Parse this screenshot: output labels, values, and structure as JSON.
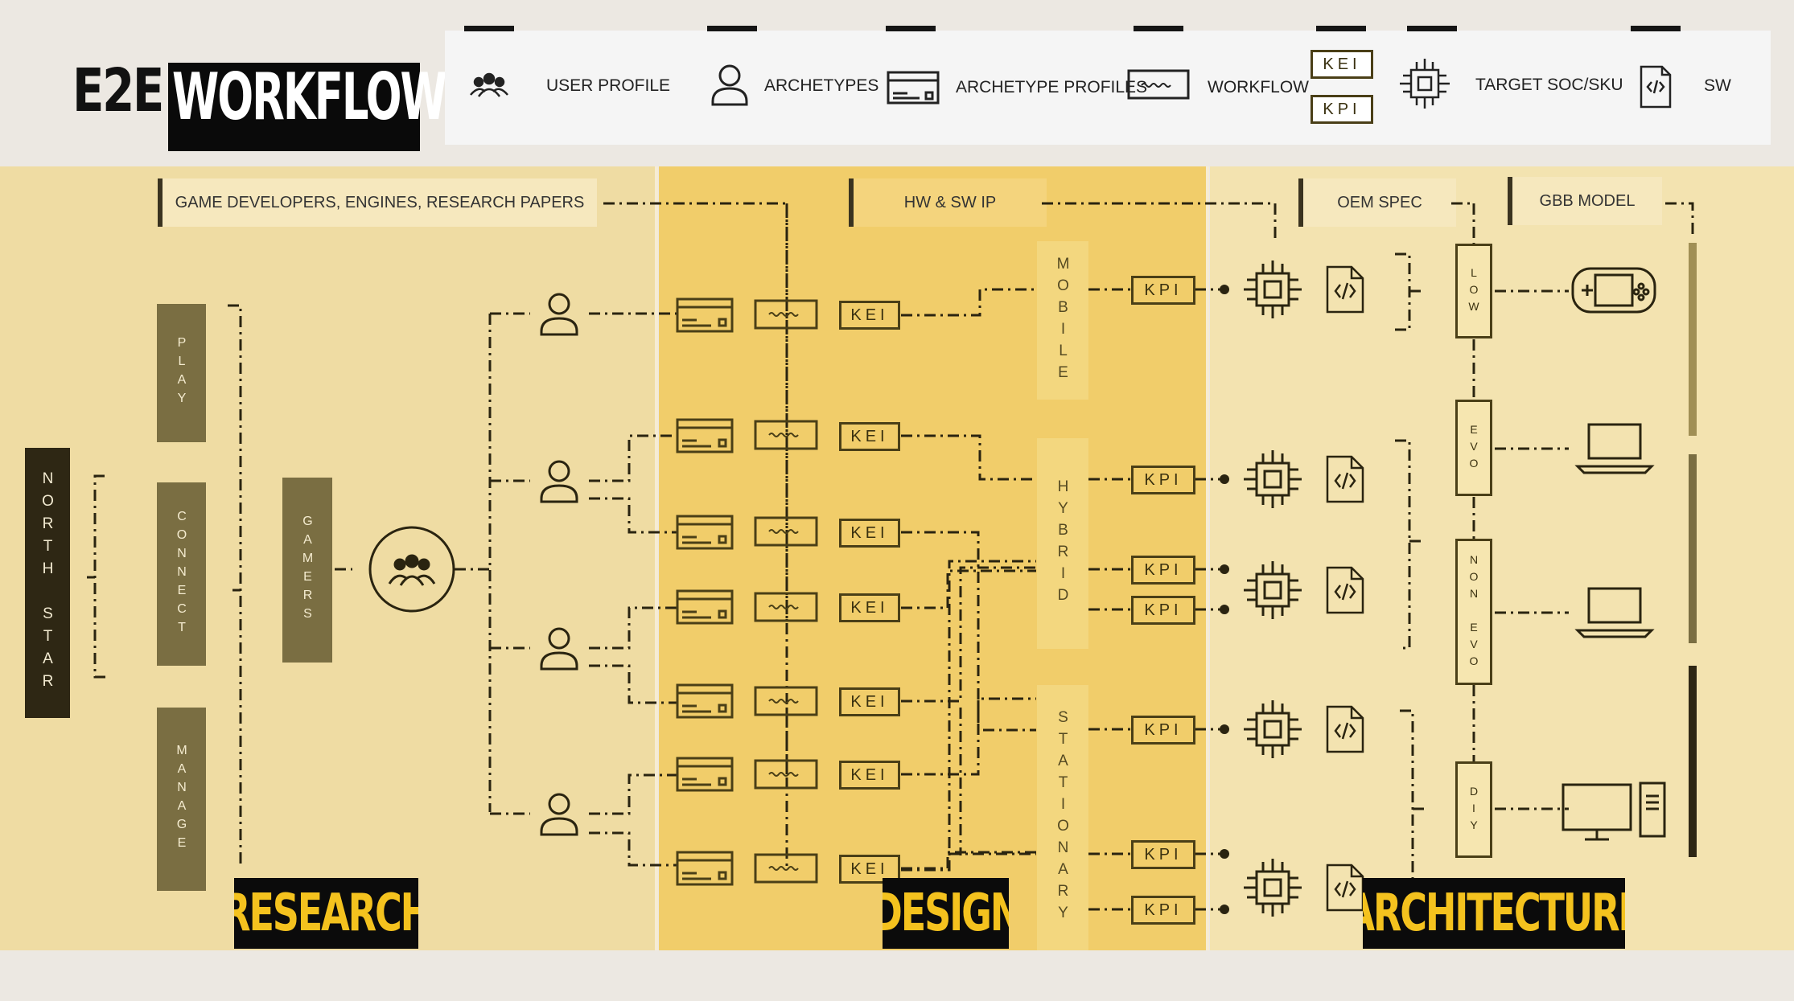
{
  "title": {
    "prefix": "E2E",
    "main": "WORKFLOW"
  },
  "legend": {
    "user_profile": "USER PROFILE",
    "archetypes": "ARCHETYPES",
    "archetype_profiles": "ARCHETYPE PROFILES",
    "workflow": "WORKFLOW",
    "kei": "KEI",
    "kpi": "KPI",
    "target": "TARGET SOC/SKU",
    "sw": "SW"
  },
  "sources": {
    "research": "GAME DEVELOPERS, ENGINES, RESEARCH PAPERS",
    "design": "HW & SW IP",
    "oem": "OEM SPEC",
    "gbb": "GBB MODEL"
  },
  "research": {
    "north_star": "NORTH STAR",
    "pillars": [
      "PLAY",
      "CONNECT",
      "MANAGE"
    ],
    "gamers": "GAMERS",
    "stage_label": "RESEARCH"
  },
  "design": {
    "kei_label": "KEI",
    "segments": [
      "MOBILE",
      "HYBRID",
      "STATIONARY"
    ],
    "stage_label": "DESIGN"
  },
  "architecture": {
    "kpi_label": "KPI",
    "tiers": [
      "LOW",
      "EVO",
      "NON EVO",
      "DIY"
    ],
    "stage_label": "ARCHITECTURE"
  },
  "colors": {
    "research": "#efdca3",
    "design": "#f1cd6a",
    "architecture": "#f3e3b0",
    "accent": "#f4c21e",
    "dark": "#2e2714"
  },
  "icons": [
    "group-icon",
    "person-icon",
    "profile-card-icon",
    "workflow-icon",
    "chip-icon",
    "code-file-icon",
    "handheld-console-icon",
    "laptop-icon",
    "desktop-pc-icon"
  ]
}
